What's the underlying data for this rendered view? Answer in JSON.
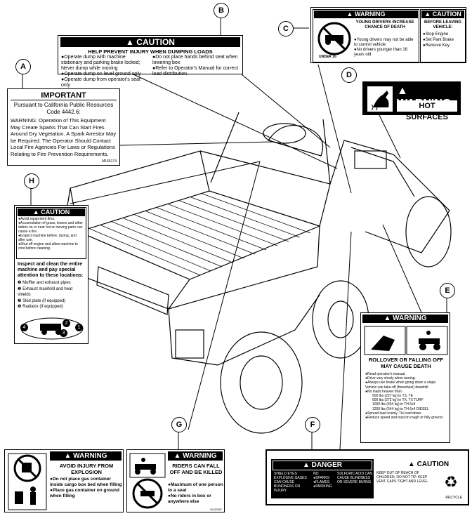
{
  "labels": {
    "a": "A",
    "b": "B",
    "c": "C",
    "d": "D",
    "e": "E",
    "f": "F",
    "g": "G",
    "h": "H"
  },
  "decal_a": {
    "title": "IMPORTANT",
    "sub": "Pursuant to California Public Resources Code 4442.6:",
    "body": "WARNING: Operation of This Equipment May Create Sparks That Can Start Fires Around Dry Vegetation. A Spark Arrestor May be Required. The Operator Should Contact Local Fire Agencies For Laws or Regulations Relating to Fire Prevention Requirements.",
    "code": "M165174"
  },
  "decal_b": {
    "header": "CAUTION",
    "title": "HELP PREVENT INJURY WHEN DUMPING LOADS",
    "left": [
      "Operate dump with machine stationary and parking brake locked; Never dump while moving",
      "Operate dump on level ground only",
      "Operate dump from operator's seat only"
    ],
    "right": [
      "Do not place hands behind seat when lowering box",
      "Refer to Operator's Manual for correct load distribution"
    ]
  },
  "decal_c": {
    "warn_header": "WARNING",
    "warn_title": "YOUNG DRIVERS INCREASE CHANCE OF DEATH",
    "warn_items": [
      "Young drivers may not be able to control vehicle",
      "No drivers younger than 16 years old"
    ],
    "icon_text": "UNDER 16",
    "caut_header": "CAUTION",
    "caut_title": "BEFORE LEAVING VEHICLE:",
    "caut_items": [
      "Stop Engine",
      "Set Park Brake",
      "Remove Key"
    ]
  },
  "decal_d": {
    "header": "WARNING",
    "text": "HOT SURFACES"
  },
  "decal_e": {
    "header": "WARNING",
    "title": "ROLLOVER OR FALLING OFF MAY CAUSE DEATH",
    "items": [
      "Read operator's manual.",
      "Drive very slowly when turning.",
      "Always use brake when going down a slope. Vehicle can take-off (freewheel) downhill.",
      "No loads heavier than:",
      "Spread load evenly. Tie load down.",
      "Reduce speed and load on rough or hilly ground."
    ],
    "loads": [
      [
        "500 lbs",
        "(227 kg)",
        "in TS, TE"
      ],
      [
        "600 lbs",
        "(272 kg)",
        "in TX, TX TURF"
      ],
      [
        "1000 lbs",
        "(454 kg)",
        "in TH 6x4"
      ],
      [
        "1200 lbs",
        "(544 kg)",
        "in TH 6x4 DIESEL"
      ]
    ]
  },
  "decal_f": {
    "danger_header": "DANGER",
    "danger_left": "SHIELD EYES EXPLOSIVE GASES CAN CAUSE BLINDNESS OR INJURY",
    "danger_mid": [
      "NO",
      "SPARKS",
      "FLAMES",
      "SMOKING"
    ],
    "danger_right": "SULFURIC ACID CAN CAUSE BLINDNESS OR SEVERE BURNS",
    "caution_header": "CAUTION",
    "caution_text": "KEEP OUT OF REACH OF CHILDREN. DO NOT TIP. KEEP VENT CAPS TIGHT AND LEVEL.",
    "recycle": "RECYCLE"
  },
  "decal_g1": {
    "header": "WARNING",
    "title": "AVOID INJURY FROM EXPLOSION",
    "items": [
      "Do not place gas container inside cargo box bed when filling",
      "Place gas container on ground when filling"
    ]
  },
  "decal_g2": {
    "header": "WARNING",
    "title": "RIDERS CAN FALL OFF AND BE KILLED",
    "items": [
      "Maximum of one person to a seat",
      "No riders in box or anywhere else"
    ],
    "code": "M142987"
  },
  "decal_h": {
    "header": "CAUTION",
    "items": [
      "Avoid equipment fires.",
      "Accumulation of grass, leaves and other debris on or near hot or moving parts can cause a fire.",
      "Inspect machine before, during, and after use.",
      "Shut off engine and allow machine to cool before cleaning."
    ],
    "inspect_title": "Inspect and clean the entire machine and pay special attention to these locations:",
    "locations": [
      "Muffler and exhaust pipes",
      "Exhaust manifold and heat shields",
      "Skid plate (if equipped)",
      "Radiator (if equipped)"
    ],
    "nums": [
      "1",
      "2",
      "3",
      "4"
    ]
  }
}
